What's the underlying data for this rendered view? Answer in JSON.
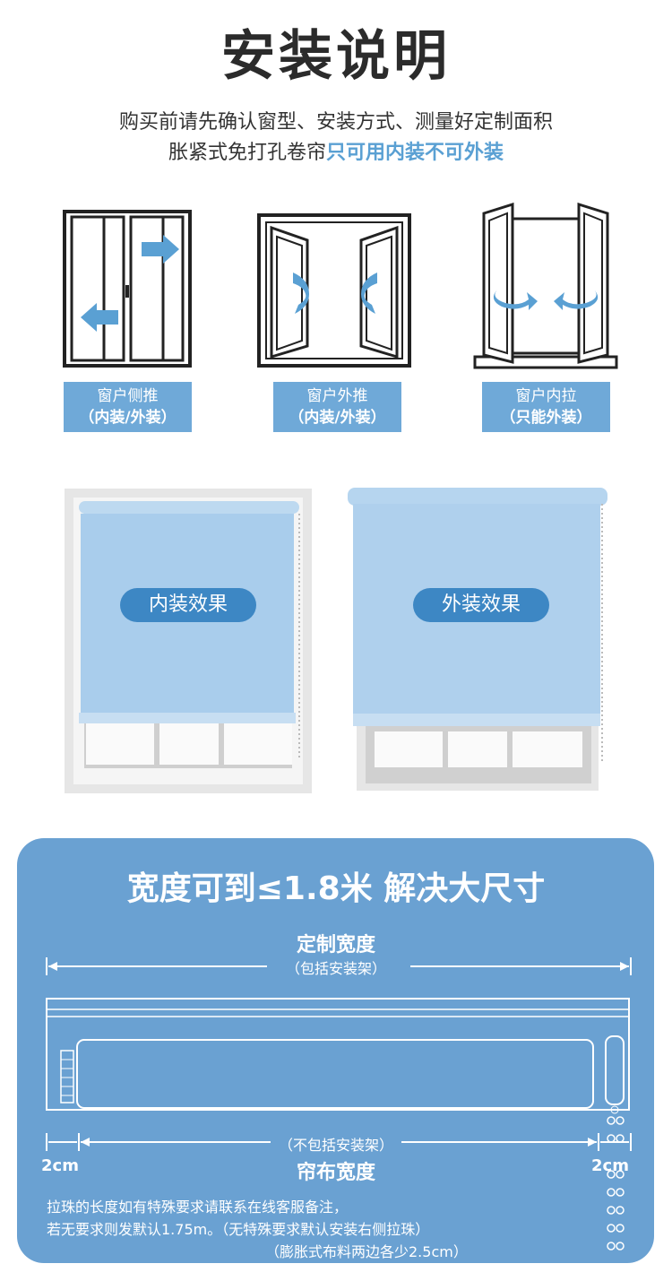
{
  "header": {
    "title": "安装说明",
    "line1": "购买前请先确认窗型、安装方式、测量好定制面积",
    "line2_normal": "胀紧式免打孔卷帘",
    "line2_highlight": "只可用内装不可外装"
  },
  "window_types": [
    {
      "icon": "sliding-window-icon",
      "name": "窗户侧推",
      "mode": "（内装/外装）"
    },
    {
      "icon": "outward-casement-icon",
      "name": "窗户外推",
      "mode": "（内装/外装）"
    },
    {
      "icon": "inward-casement-icon",
      "name": "窗户内拉",
      "mode": "（只能外装）"
    }
  ],
  "effects": {
    "inside": "内装效果",
    "outside": "外装效果"
  },
  "size_panel": {
    "title": "宽度可到≤1.8米 解决大尺寸",
    "custom_width": "定制宽度",
    "custom_width_note": "（包括安装架）",
    "exclude_note": "（不包括安装架）",
    "curtain_width": "帘布宽度",
    "left_margin": "2cm",
    "right_margin": "2cm",
    "note1": "拉珠的长度如有特殊要求请联系在线客服备注，",
    "note2": "若无要求则发默认1.75m。（无特殊要求默认安装右侧拉珠）",
    "note3": "（膨胀式布料两边各少2.5cm）"
  },
  "colors": {
    "accent": "#5aa0d3",
    "label_bg": "#6fa9d8",
    "panel_bg": "#6aa1d2",
    "pill_bg": "#3d87c4",
    "blind": "#a9cdec"
  }
}
